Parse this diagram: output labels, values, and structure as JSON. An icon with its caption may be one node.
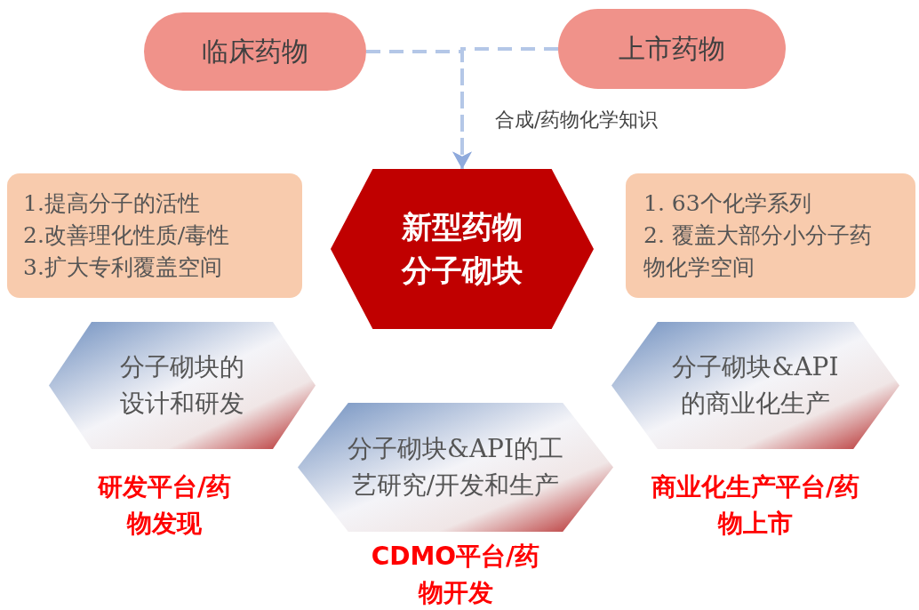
{
  "diagram": {
    "nodes": [
      {
        "text": [
          "临床药物"
        ]
      },
      {
        "text": [
          "上市药物"
        ]
      },
      {
        "text": [
          "新型药物分子砌块"
        ]
      },
      {
        "text": [
          "1.提高分子的活性",
          "2.改善理化性质/毒性",
          "3.扩大专利覆盖空间"
        ]
      },
      {
        "text": [
          "1. 63个化学系列",
          "2. 覆盖大部分小分子药物化学空间"
        ]
      },
      {
        "text": [
          "分子砌块的设计和研发"
        ],
        "beside": [
          "研发平台/药物发现"
        ]
      },
      {
        "text": [
          "分子砌块&API的工艺研究/开发和生产"
        ],
        "beside": [
          "CDMO平台/药物开发"
        ]
      },
      {
        "text": [
          "分子砌块&API的商业化生产"
        ],
        "beside": [
          "商业化生产平台/药物上市"
        ]
      }
    ],
    "edges": [
      {
        "from": 0,
        "to": 2,
        "arrow": "to",
        "style": "dashed",
        "label": "合成/药物化学知识"
      },
      {
        "from": 1,
        "to": 2,
        "arrow": "to",
        "style": "dashed"
      }
    ]
  }
}
